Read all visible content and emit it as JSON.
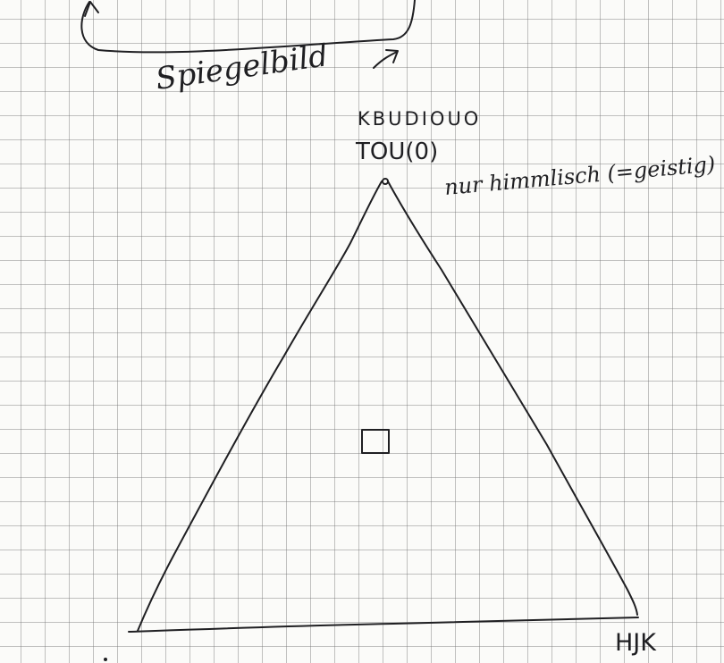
{
  "note": {
    "mirror_label": "Spiegelbild",
    "apex_word": "KBUDIOUO",
    "apex_name": "TOU(0)",
    "apex_remark": "nur himmlisch (=geistig)",
    "corner_label": "HJK"
  },
  "colors": {
    "ink": "#1f1f22",
    "paper": "#fbfbf9",
    "grid": "#9a9a9a"
  }
}
